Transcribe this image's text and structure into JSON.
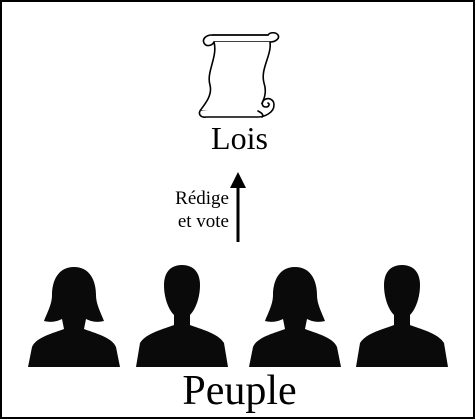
{
  "diagram": {
    "top_node": {
      "label": "Lois",
      "icon": "scroll-icon"
    },
    "edge": {
      "label_line1": "Rédige",
      "label_line2": "et vote",
      "direction": "up"
    },
    "bottom_node": {
      "label": "Peuple",
      "icon": "person-silhouette-icon",
      "count": 4
    }
  },
  "colors": {
    "stroke": "#000000",
    "background": "#ffffff",
    "silhouette": "#0a0a0a"
  }
}
